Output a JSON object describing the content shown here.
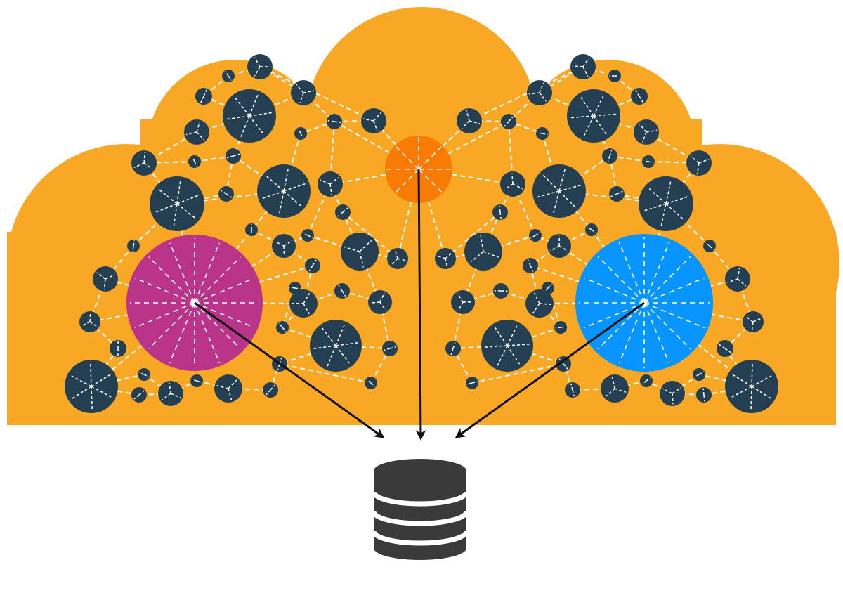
{
  "colors": {
    "background": "#ffffff",
    "cloud": "#f8a825",
    "node": "#243f52",
    "link": "#ffffff",
    "hub_top": "#f77b05",
    "hub_left": "#ba348a",
    "hub_right": "#0895ff",
    "arrow": "#111111",
    "database": "#3a3a3a",
    "database_stripe": "#ffffff"
  },
  "icons": {
    "cloud": "cloud-shape",
    "network": "node-network",
    "database": "database-icon",
    "arrow": "arrow-down-icon"
  },
  "hubs": [
    {
      "id": "hub-top",
      "color_key": "hub_top"
    },
    {
      "id": "hub-left",
      "color_key": "hub_left"
    },
    {
      "id": "hub-right",
      "color_key": "hub_right"
    }
  ]
}
